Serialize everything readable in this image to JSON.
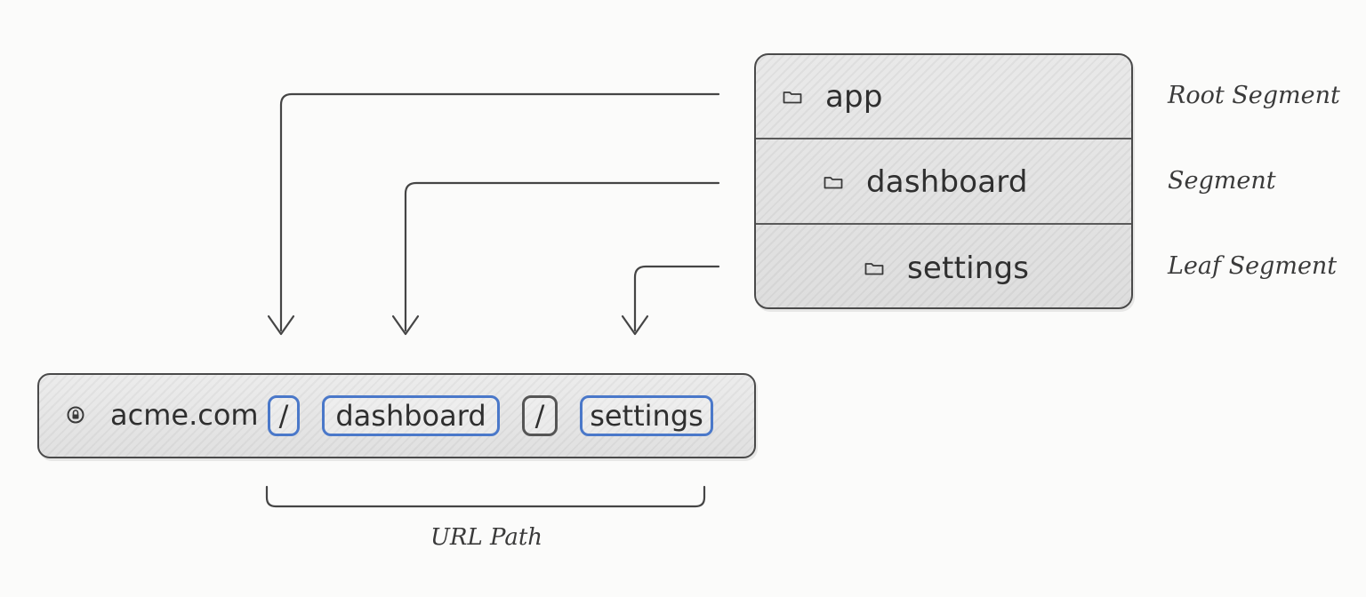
{
  "tree": {
    "rows": [
      {
        "label": "app",
        "icon": "folder-icon",
        "annotation": "Root Segment"
      },
      {
        "label": "dashboard",
        "icon": "folder-icon",
        "annotation": "Segment"
      },
      {
        "label": "settings",
        "icon": "folder-icon",
        "annotation": "Leaf Segment"
      }
    ]
  },
  "url": {
    "icon": "lock-icon",
    "domain": "acme.com",
    "separator1": "/",
    "segment1": "dashboard",
    "separator2": "/",
    "segment2": "settings"
  },
  "bracket_label": "URL Path",
  "colors": {
    "ink": "#3a3a3a",
    "highlight": "#4a78c9",
    "fill": "#e4e4e4"
  }
}
